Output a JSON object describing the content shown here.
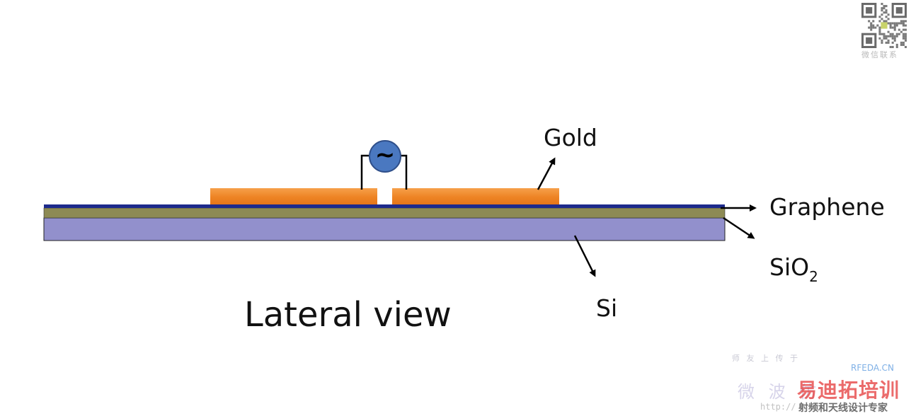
{
  "labels": {
    "gold": "Gold",
    "graphene": "Graphene",
    "sio2_base": "SiO",
    "sio2_subscript": "2",
    "si": "Si",
    "view_title": "Lateral view"
  },
  "source_symbol": "~",
  "colors": {
    "gold": "#f08a2a",
    "graphene": "#1d2a8c",
    "sio2": "#8d8a54",
    "si": "#9290cc",
    "source_fill": "#4a78c0",
    "arrow": "#000000"
  },
  "qr": {
    "caption": "微信联系",
    "icon": "qr-code-icon"
  },
  "watermark": {
    "small_text": "师 友 上 传 于",
    "site": "RFEDA.CN",
    "weibo_text": "微 波 仿",
    "brand": "易迪拓培训",
    "url": "http://",
    "tagline": "射频和天线设计专家"
  }
}
